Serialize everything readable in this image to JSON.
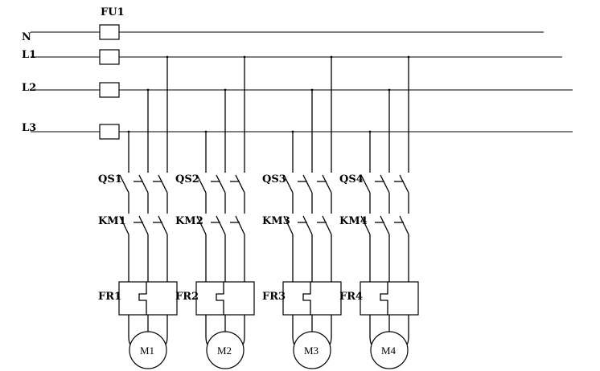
{
  "fuse_label": "FU1",
  "lines": [
    {
      "name": "N",
      "connects": false
    },
    {
      "name": "L1",
      "connects": true
    },
    {
      "name": "L2",
      "connects": true
    },
    {
      "name": "L3",
      "connects": true
    }
  ],
  "branches": [
    {
      "switch": "QS1",
      "contactor": "KM1",
      "relay": "FR1",
      "motor": "M1"
    },
    {
      "switch": "QS2",
      "contactor": "KM2",
      "relay": "FR2",
      "motor": "M2"
    },
    {
      "switch": "QS3",
      "contactor": "KM3",
      "relay": "FR3",
      "motor": "M3"
    },
    {
      "switch": "QS4",
      "contactor": "KM4",
      "relay": "FR4",
      "motor": "M4"
    }
  ]
}
